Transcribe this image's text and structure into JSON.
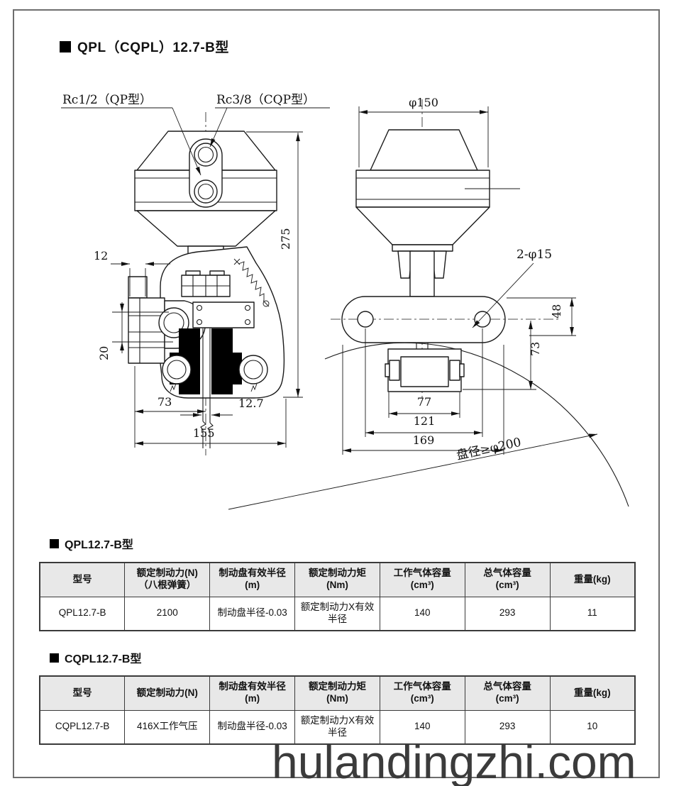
{
  "page": {
    "title": "QPL（CQPL）12.7-B型",
    "watermark": "hulandingzhi.com"
  },
  "front_view": {
    "port_qp_label": "Rc1/2（QP型）",
    "port_cqp_label": "Rc3/8（CQP型）",
    "dim_flange_width": "12",
    "dim_step": "20",
    "dim_left_to_center": "73",
    "dim_total_width": "155",
    "dim_disc_slot": "12.7",
    "dim_total_height": "275"
  },
  "side_view": {
    "dim_diameter": "φ150",
    "holes_label": "2-φ15",
    "dim_hole_offset": "48",
    "dim_depth": "73",
    "dim_bracket": "77",
    "dim_hole_span": "121",
    "dim_plate_length": "169",
    "disc_note": "盘径≥φ200"
  },
  "qpl_table": {
    "section_title": "QPL12.7-B型",
    "headers": [
      "型号",
      "额定制动力(N)\n（八根弹簧）",
      "制动盘有效半径\n(m)",
      "额定制动力矩\n(Nm)",
      "工作气体容量\n(cm³)",
      "总气体容量\n(cm³)",
      "重量(kg)"
    ],
    "row": [
      "QPL12.7-B",
      "2100",
      "制动盘半径-0.03",
      "额定制动力X有效\n半径",
      "140",
      "293",
      "11"
    ]
  },
  "cqpl_table": {
    "section_title": "CQPL12.7-B型",
    "headers": [
      "型号",
      "额定制动力(N)",
      "制动盘有效半径\n(m)",
      "额定制动力矩\n(Nm)",
      "工作气体容量\n(cm³)",
      "总气体容量\n(cm³)",
      "重量(kg)"
    ],
    "row": [
      "CQPL12.7-B",
      "416X工作气压",
      "制动盘半径-0.03",
      "额定制动力X有效\n半径",
      "140",
      "293",
      "10"
    ]
  }
}
